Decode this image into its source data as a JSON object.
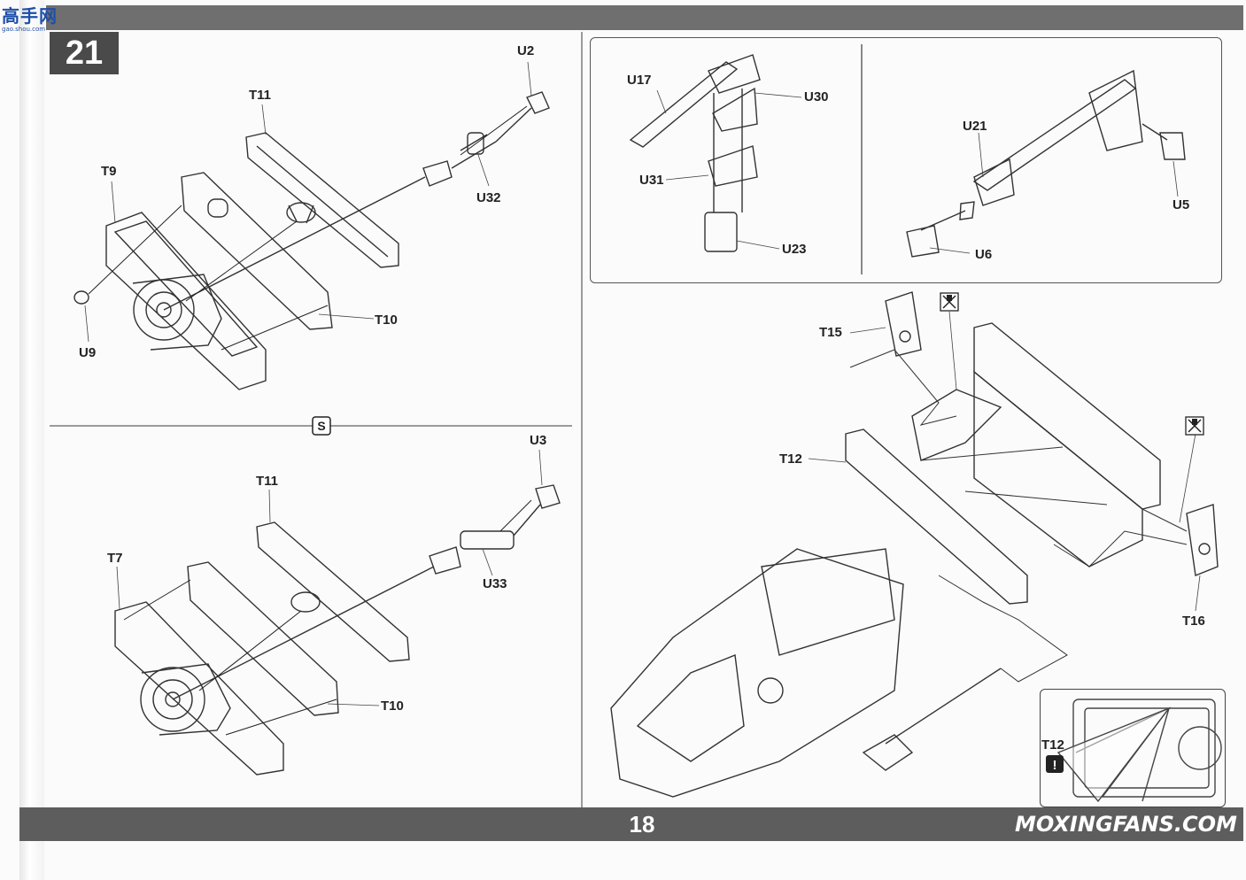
{
  "header": {
    "logo_text": "高手网",
    "logo_url": "gao.shou.com",
    "step_number": "21"
  },
  "footer": {
    "page_number": "18",
    "watermark": "MOXINGFANS.COM"
  },
  "panels": {
    "top_left": {
      "labels": [
        "T11",
        "U2",
        "T9",
        "U32",
        "T10",
        "U9"
      ]
    },
    "bottom_left": {
      "labels": [
        "U3",
        "T11",
        "T7",
        "U33",
        "T10"
      ]
    },
    "inset_left": {
      "labels": [
        "U17",
        "U30",
        "U31",
        "U23"
      ]
    },
    "inset_right": {
      "labels": [
        "U21",
        "U5",
        "U6"
      ]
    },
    "main_right": {
      "labels": [
        "T15",
        "T12",
        "T16"
      ]
    },
    "detail": {
      "labels": [
        "T12"
      ]
    }
  },
  "icons": {
    "variant_marker": "s-variant-icon",
    "no_glue": "no-glue-icon",
    "caution": "caution-icon"
  }
}
